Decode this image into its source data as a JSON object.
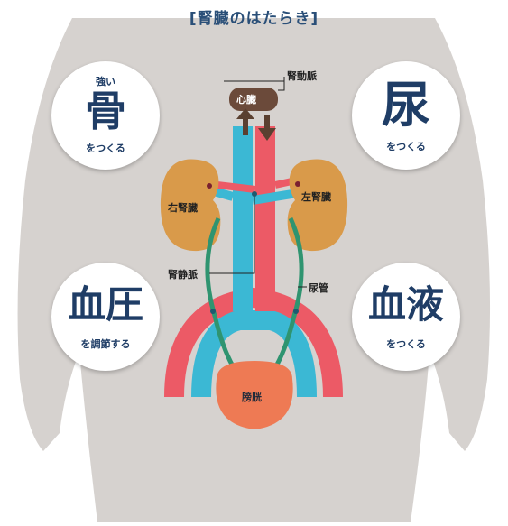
{
  "title": "[腎臓のはたらき]",
  "functions": {
    "bone": {
      "prefix": "強い",
      "main": "骨",
      "suffix": "をつくる"
    },
    "urine": {
      "main": "尿",
      "suffix": "をつくる"
    },
    "blood_pressure": {
      "main": "血圧",
      "suffix": "を調節する"
    },
    "blood": {
      "main": "血液",
      "suffix": "をつくる"
    }
  },
  "labels": {
    "heart": "心臓",
    "renal_artery": "腎動脈",
    "right_kidney": "右腎臓",
    "left_kidney": "左腎臓",
    "renal_vein": "腎静脈",
    "ureter": "尿管",
    "bladder": "膀胱"
  },
  "colors": {
    "body": "#d6d2cf",
    "artery": "#ec5a66",
    "vein": "#3bb8d4",
    "kidney": "#d99a4a",
    "ureter": "#2f9470",
    "bladder": "#ee7a54",
    "text": "#1f3d66"
  }
}
